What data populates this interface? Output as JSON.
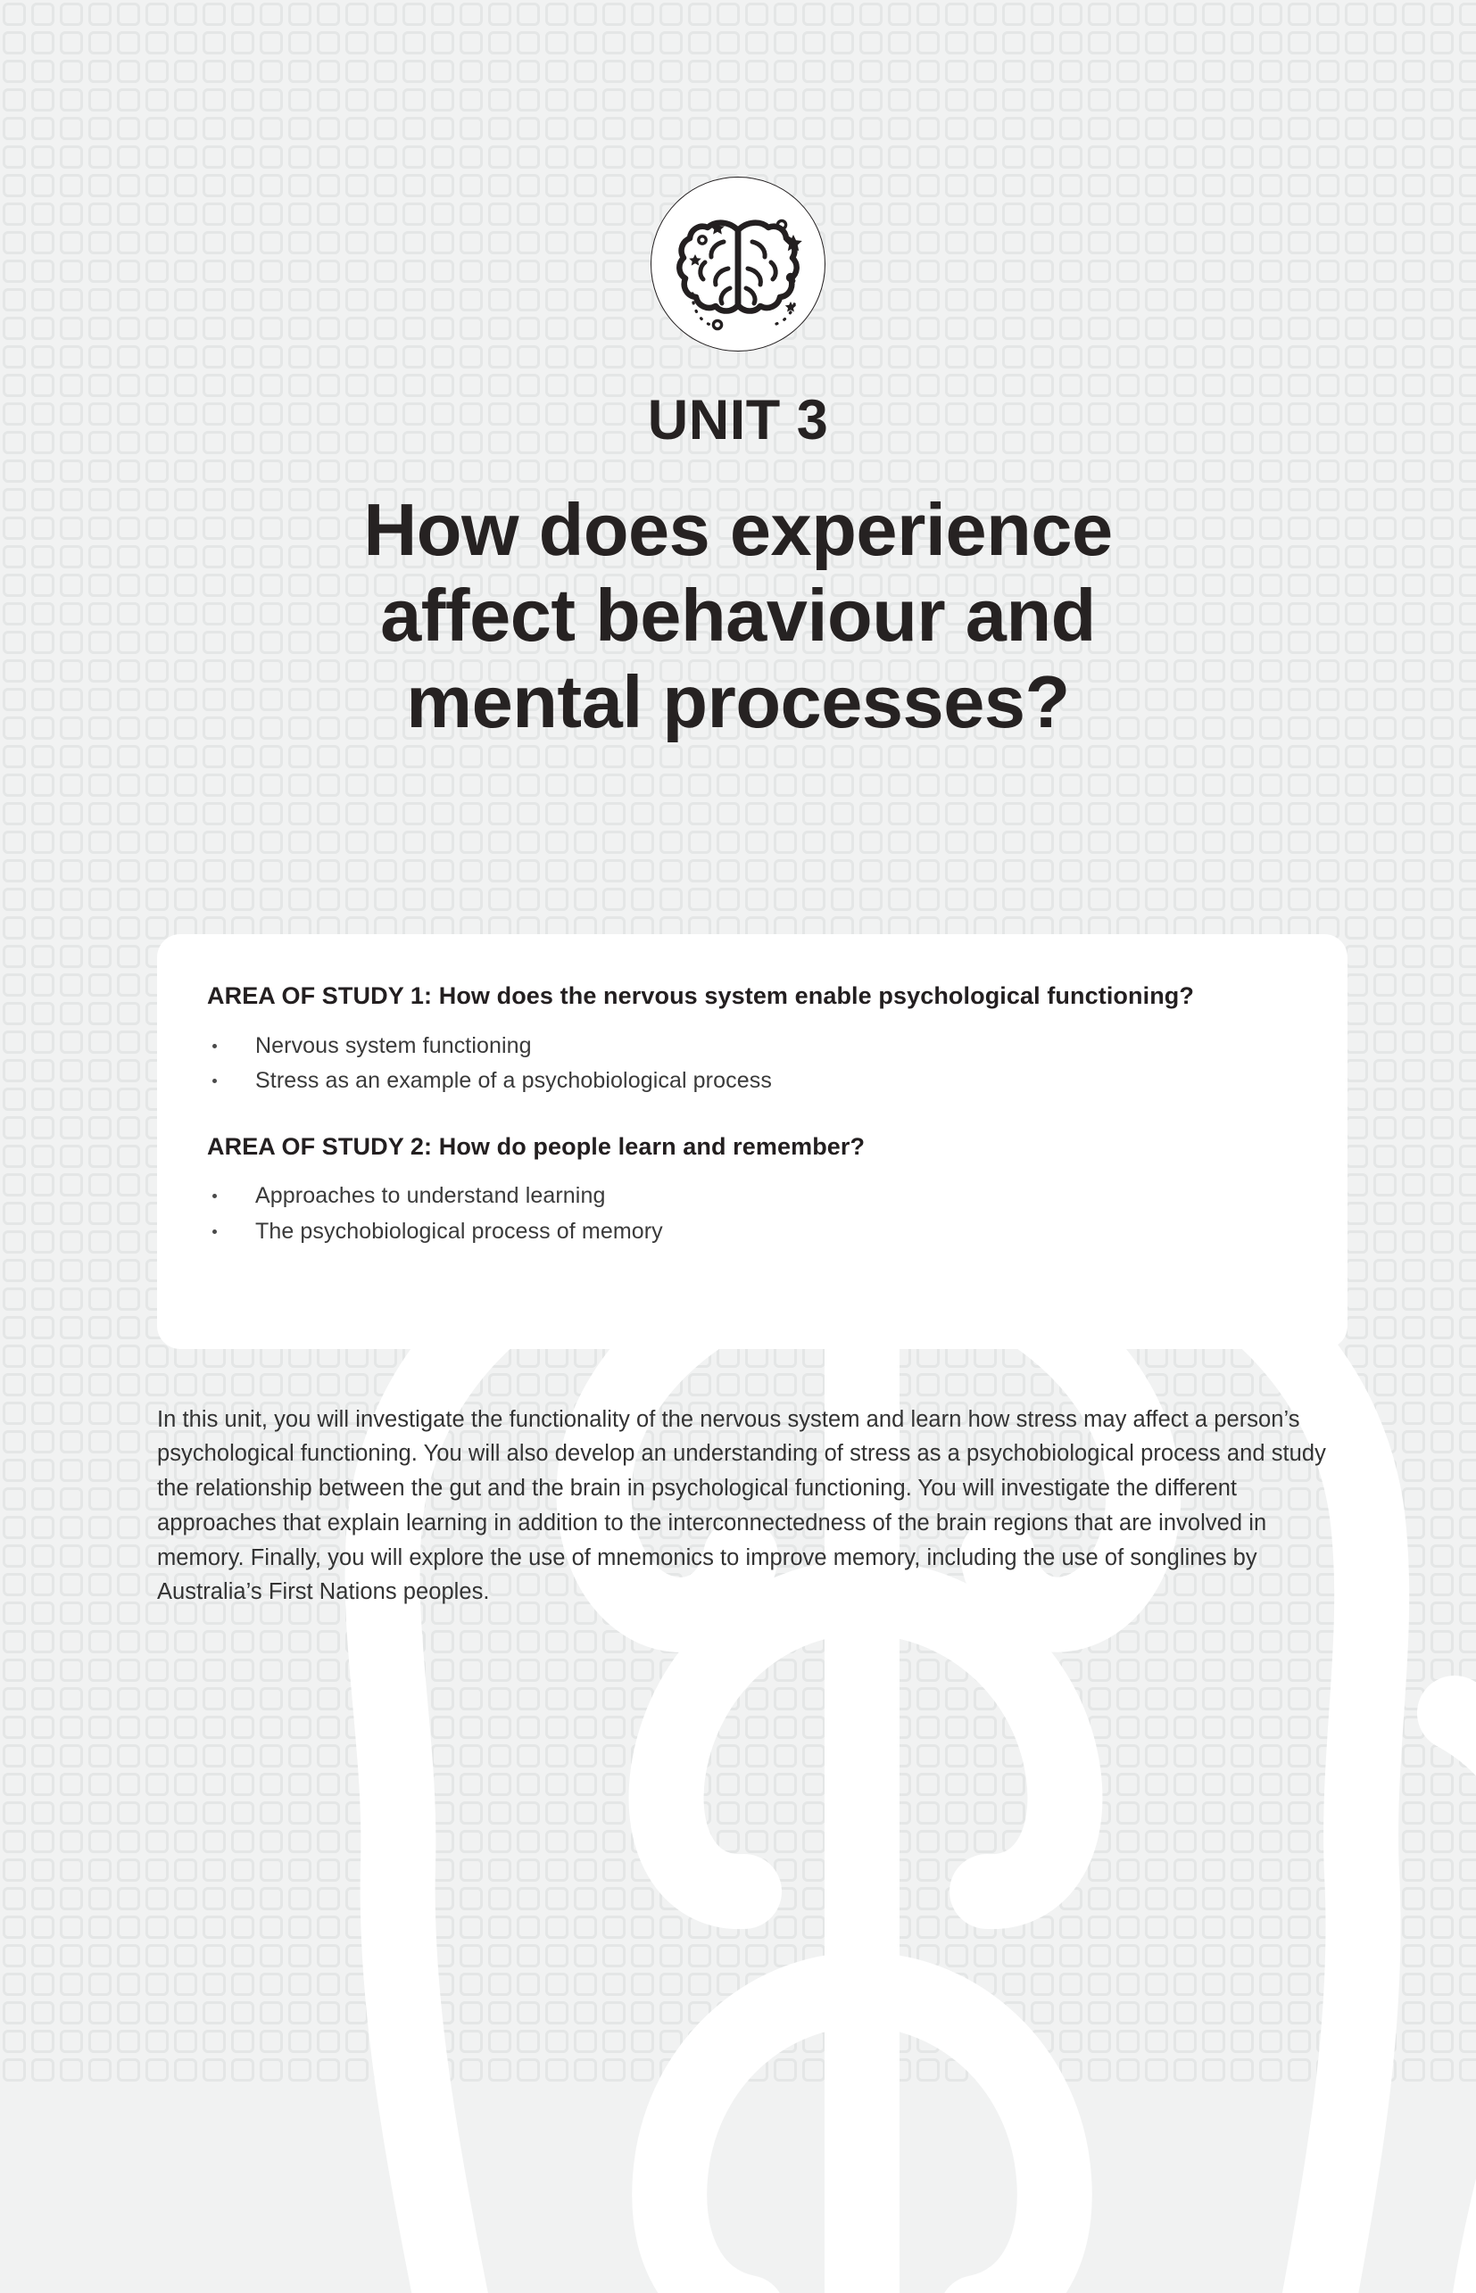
{
  "page": {
    "background_color": "#f1f2f2",
    "pattern_color": "#e5e7e7",
    "text_color": "#262222",
    "card_color": "#ffffff"
  },
  "header": {
    "icon": "brain-icon",
    "unit_label": "UNIT 3",
    "title_lines": [
      "How does experience",
      "affect behaviour and",
      "mental processes?"
    ],
    "title_full": "How does experience affect behaviour and mental processes?"
  },
  "card": {
    "areas": [
      {
        "heading": "AREA OF STUDY 1: How does the nervous system enable psychological functioning?",
        "items": [
          "Nervous system functioning",
          "Stress as an example of a psychobiological process"
        ]
      },
      {
        "heading": "AREA OF STUDY 2: How do people learn and remember?",
        "items": [
          "Approaches to understand learning",
          "The psychobiological process of memory"
        ]
      }
    ]
  },
  "body": {
    "paragraph": "In this unit, you will investigate the functionality of the nervous system and learn how stress may affect a person’s psychological functioning. You will also develop an understanding of stress as a psychobiological process and study the relationship between the gut and the brain in psychological functioning. You will investigate the different approaches that explain learning in addition to the interconnectedness of the brain regions that are involved in memory. Finally, you will explore the use of mnemonics to improve memory, including the use of songlines by Australia’s First Nations peoples."
  },
  "watermark": {
    "icon": "brain-watermark-icon",
    "color": "#ffffff"
  }
}
